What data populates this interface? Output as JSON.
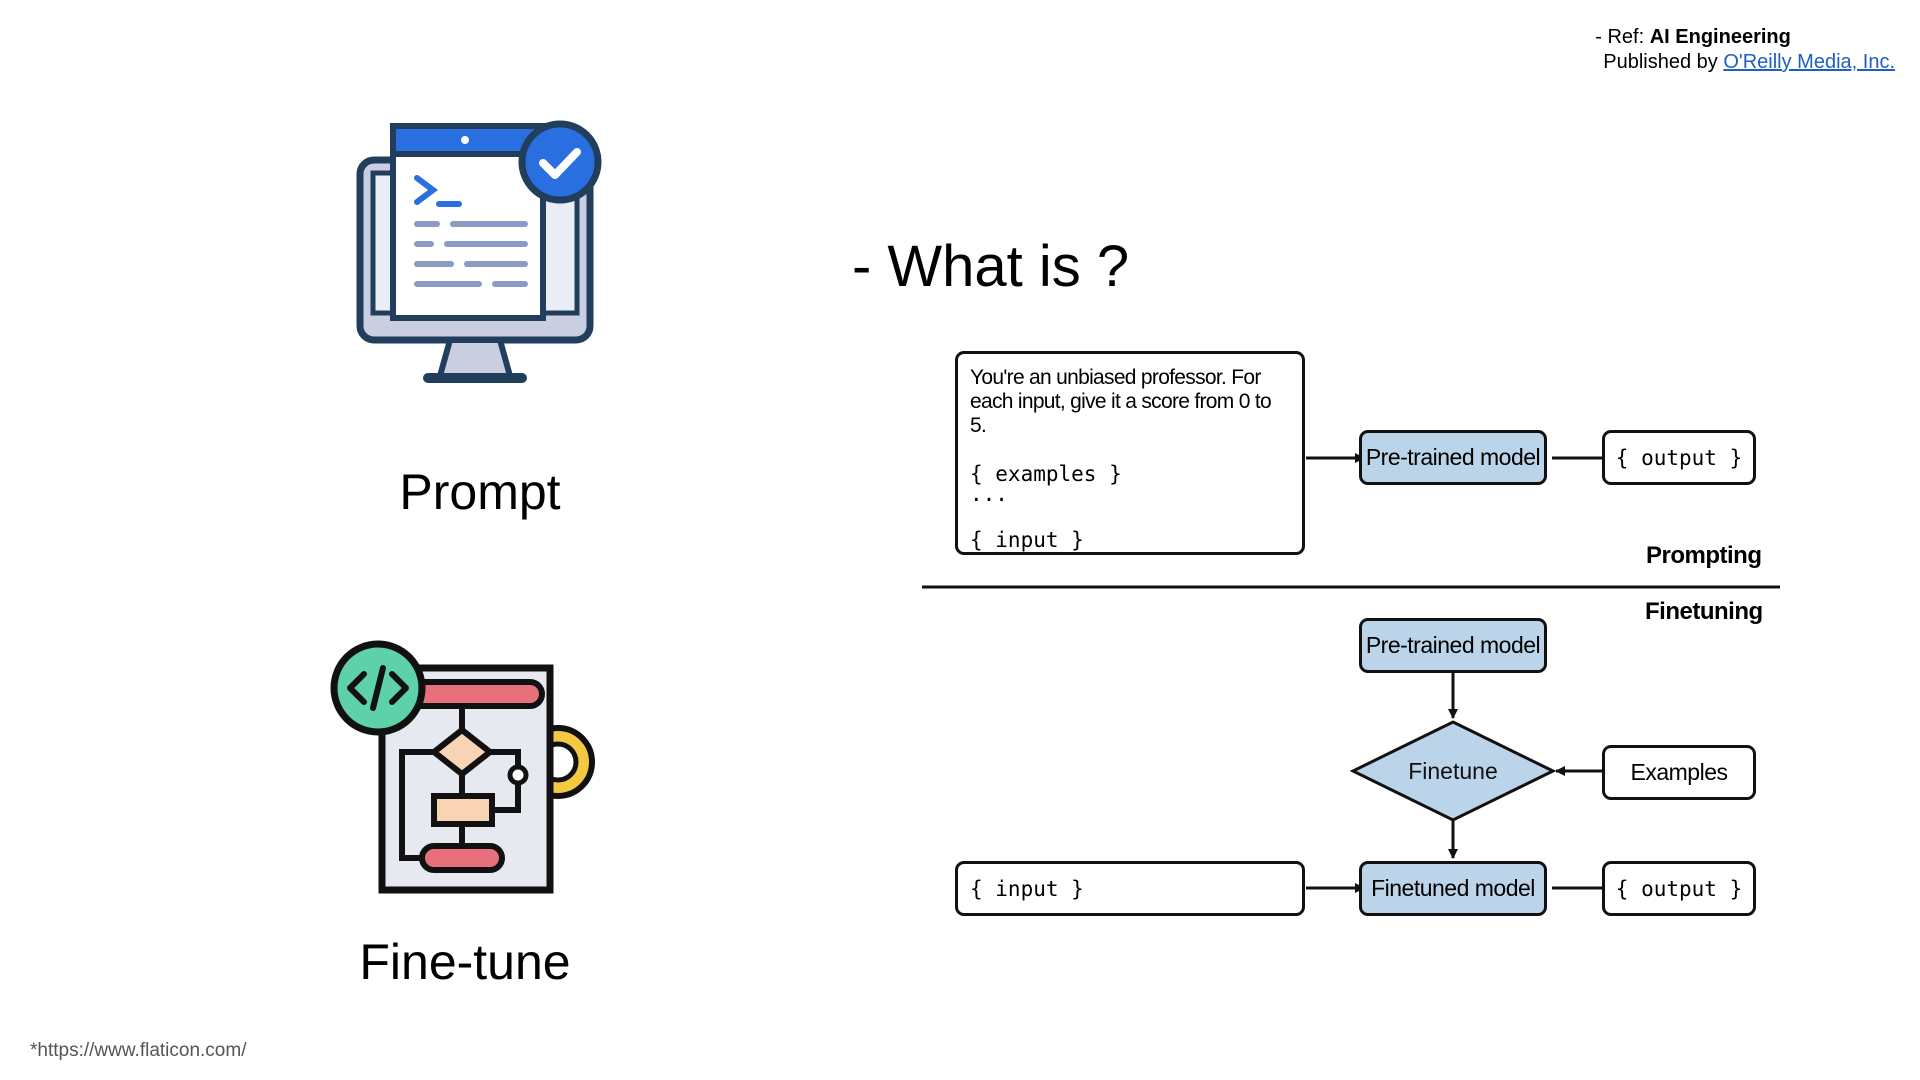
{
  "ref": {
    "prefix": "- Ref: ",
    "book": "AI Engineering",
    "published_by": "Published by ",
    "publisher": "O'Reilly Media, Inc."
  },
  "title": "- What is ?",
  "icons": {
    "prompt_label": "Prompt",
    "finetune_label": "Fine-tune"
  },
  "credit": "*https://www.flaticon.com/",
  "diagram": {
    "prompt_box": {
      "text": "You're an unbiased professor. For each input, give it a score from 0 to 5.",
      "examples": "{ examples }",
      "ellipsis": "...",
      "input": "{ input }"
    },
    "pretrained_model_top": "Pre-trained model",
    "output_top": "{ output }",
    "prompting_label": "Prompting",
    "finetuning_label": "Finetuning",
    "pretrained_model_bottom": "Pre-trained model",
    "finetune": "Finetune",
    "examples": "Examples",
    "input_bottom": "{ input }",
    "finetuned_model": "Finetuned model",
    "output_bottom": "{ output }"
  },
  "colors": {
    "model_fill": "#bcd4ea",
    "icon_blue": "#2a6fe0",
    "icon_navy": "#213e5c",
    "link_blue": "#1f5fbf"
  }
}
